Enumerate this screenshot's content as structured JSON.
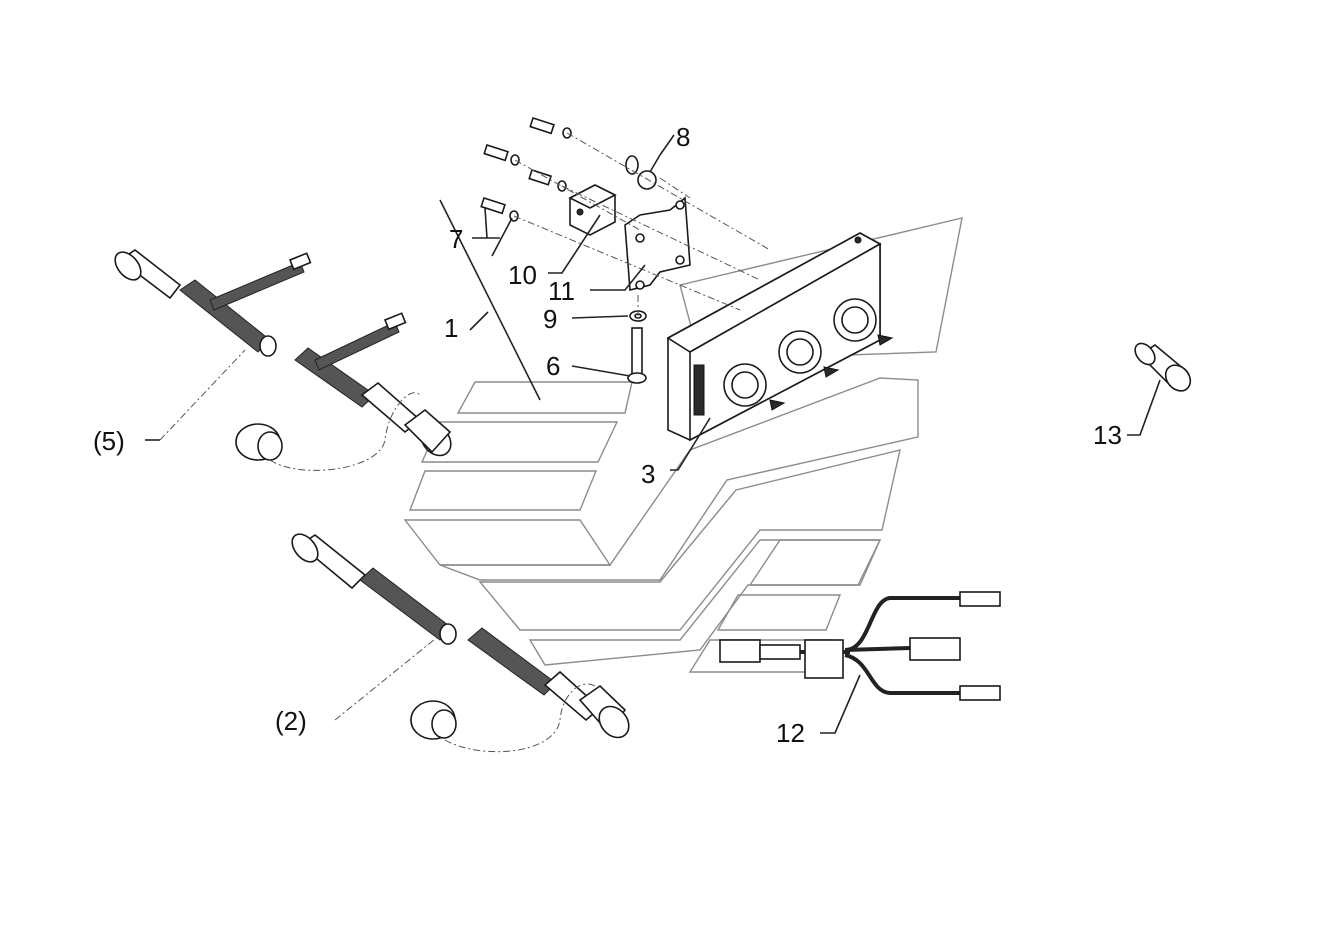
{
  "diagram": {
    "callouts": [
      {
        "id": "c1",
        "text": "1"
      },
      {
        "id": "c2",
        "text": "(2)"
      },
      {
        "id": "c3",
        "text": "3"
      },
      {
        "id": "c5",
        "text": "(5)"
      },
      {
        "id": "c6",
        "text": "6"
      },
      {
        "id": "c7",
        "text": "7"
      },
      {
        "id": "c8",
        "text": "8"
      },
      {
        "id": "c9",
        "text": "9"
      },
      {
        "id": "c10",
        "text": "10"
      },
      {
        "id": "c11",
        "text": "11"
      },
      {
        "id": "c12",
        "text": "12"
      },
      {
        "id": "c13",
        "text": "13"
      }
    ],
    "parts": [
      {
        "name": "control-panel"
      },
      {
        "name": "mounting-bracket"
      },
      {
        "name": "spacer-block"
      },
      {
        "name": "hose-assembly-5"
      },
      {
        "name": "hose-assembly-2"
      },
      {
        "name": "wiring-harness"
      },
      {
        "name": "coupling-13"
      }
    ],
    "colors": {
      "line": "#1a1a1a",
      "watermark": "#8c8c8c",
      "background": "#ffffff"
    }
  }
}
